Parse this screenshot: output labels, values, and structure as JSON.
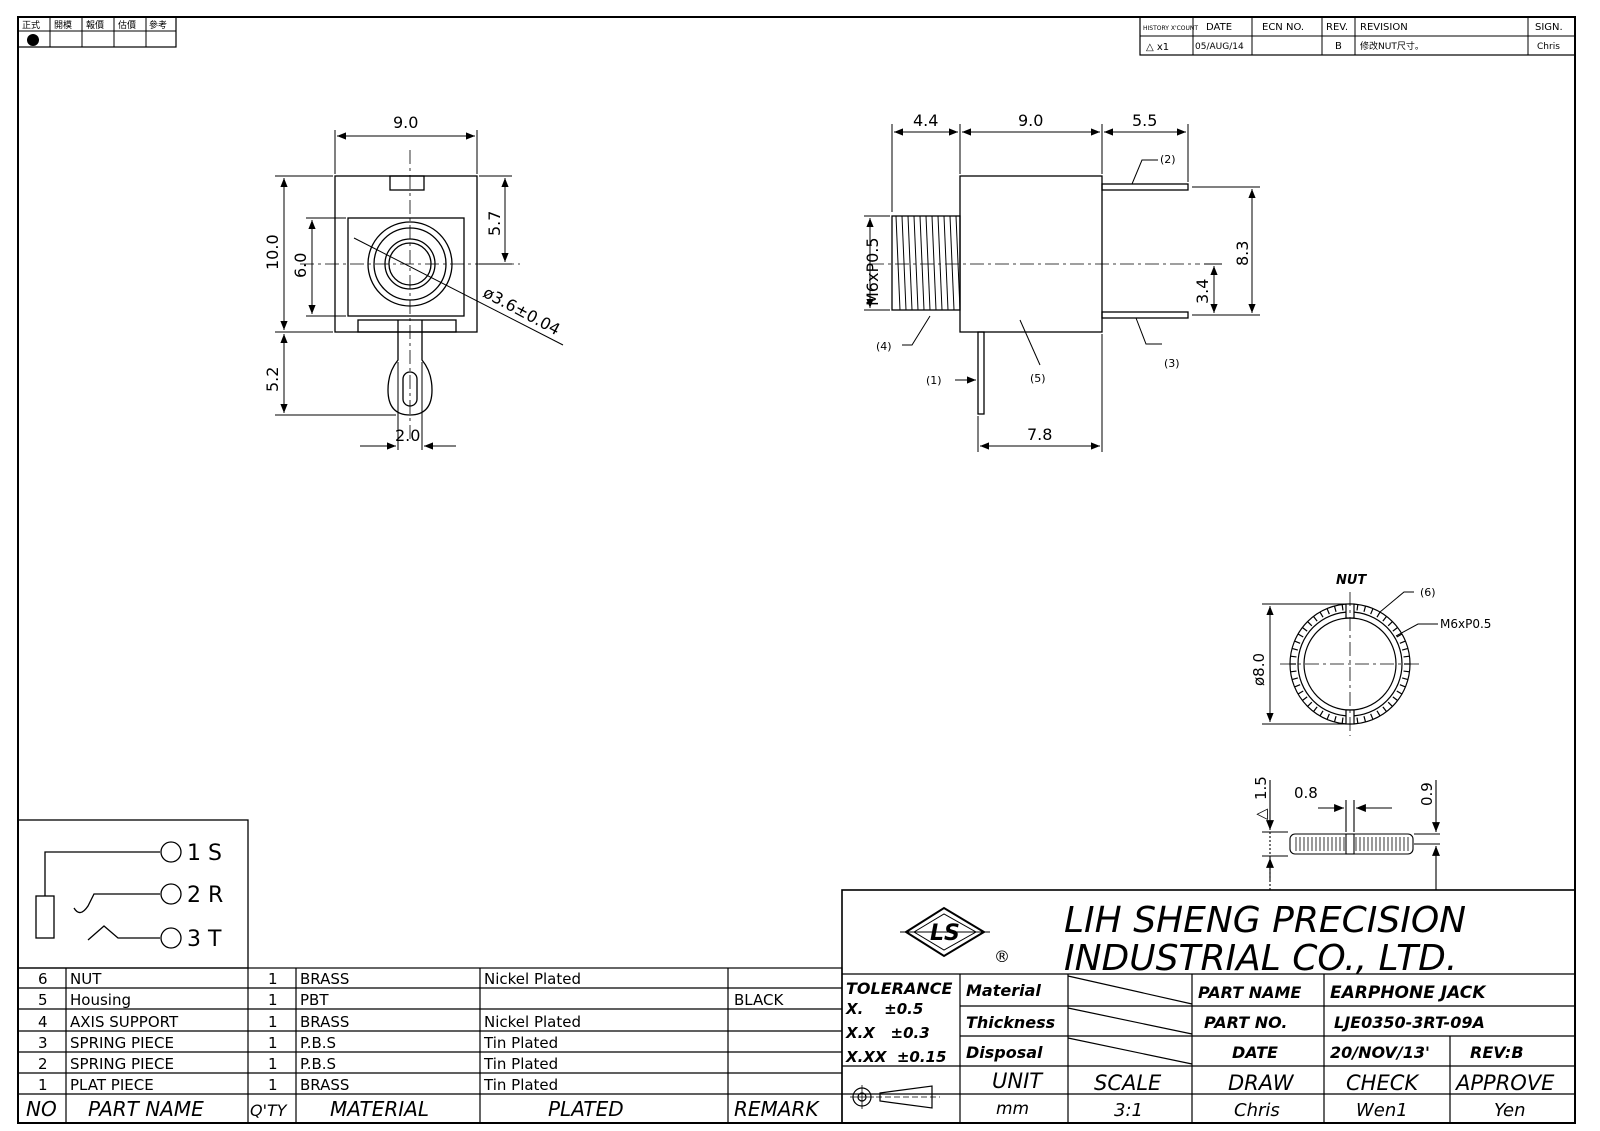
{
  "stamp_header": {
    "cells": [
      "正式",
      "開模",
      "報價",
      "估價",
      "參考"
    ]
  },
  "revision": {
    "headers": {
      "history": "HISTORY X'COUNT",
      "date": "DATE",
      "ecn": "ECN NO.",
      "rev": "REV.",
      "revision": "REVISION",
      "sign": "SIGN."
    },
    "row": {
      "mark": "△ x1",
      "date": "05/AUG/14",
      "ecn": "",
      "rev": "B",
      "revision": "修改NUT尺寸。",
      "sign": "Chris"
    }
  },
  "front_view": {
    "dims": {
      "width": "9.0",
      "height": "10.0",
      "inner": "6.0",
      "offset": "5.7",
      "bore": "ø3.6±0.04",
      "tail": "5.2",
      "tab": "2.0"
    }
  },
  "side_view": {
    "dims": {
      "thread_len": "4.4",
      "body_len": "9.0",
      "pin_len": "5.5",
      "pin_span": "8.3",
      "pin_offset": "3.4",
      "base": "7.8",
      "thread": "M6xP0.5"
    },
    "callouts": [
      "(1)",
      "(2)",
      "(3)",
      "(4)",
      "(5)"
    ]
  },
  "nut_view": {
    "title": "NUT",
    "callout": "(6)",
    "thread": "M6xP0.5",
    "dims": {
      "dia": "ø8.0",
      "thick": "1.5",
      "slot": "0.8",
      "slot_depth": "0.9"
    },
    "rev_mark": "△"
  },
  "schematic": {
    "pins": [
      "1 S",
      "2 R",
      "3 T"
    ]
  },
  "bom": {
    "headers": {
      "no": "NO",
      "name": "PART NAME",
      "qty": "Q'TY",
      "material": "MATERIAL",
      "plated": "PLATED",
      "remark": "REMARK"
    },
    "rows": [
      {
        "no": "6",
        "name": "NUT",
        "qty": "1",
        "material": "BRASS",
        "plated": "Nickel Plated",
        "remark": ""
      },
      {
        "no": "5",
        "name": "Housing",
        "qty": "1",
        "material": "PBT",
        "plated": "",
        "remark": "BLACK"
      },
      {
        "no": "4",
        "name": "AXIS SUPPORT",
        "qty": "1",
        "material": "BRASS",
        "plated": "Nickel Plated",
        "remark": ""
      },
      {
        "no": "3",
        "name": "SPRING PIECE",
        "qty": "1",
        "material": "P.B.S",
        "plated": "Tin Plated",
        "remark": ""
      },
      {
        "no": "2",
        "name": "SPRING PIECE",
        "qty": "1",
        "material": "P.B.S",
        "plated": "Tin Plated",
        "remark": ""
      },
      {
        "no": "1",
        "name": "PLAT PIECE",
        "qty": "1",
        "material": "BRASS",
        "plated": "Tin Plated",
        "remark": ""
      }
    ]
  },
  "title_block": {
    "company_line1": "LIH SHENG PRECISION",
    "company_line2": "INDUSTRIAL CO., LTD.",
    "logo_text": "LS",
    "registered": "®",
    "tolerance": {
      "label": "TOLERANCE",
      "x": "X.    ±0.5",
      "xx": "X.X   ±0.3",
      "xxx": "X.XX  ±0.15"
    },
    "material_label": "Material",
    "thickness_label": "Thickness",
    "disposal_label": "Disposal",
    "part_name_label": "PART NAME",
    "part_name": "EARPHONE JACK",
    "part_no_label": "PART NO.",
    "part_no": "LJE0350-3RT-09A",
    "date_label": "DATE",
    "date": "20/NOV/13'",
    "rev": "REV:B",
    "unit_label": "UNIT",
    "unit": "mm",
    "scale_label": "SCALE",
    "scale": "3:1",
    "draw_label": "DRAW",
    "draw": "Chris",
    "check_label": "CHECK",
    "check": "Wen1",
    "approve_label": "APPROVE",
    "approve": "Yen"
  }
}
